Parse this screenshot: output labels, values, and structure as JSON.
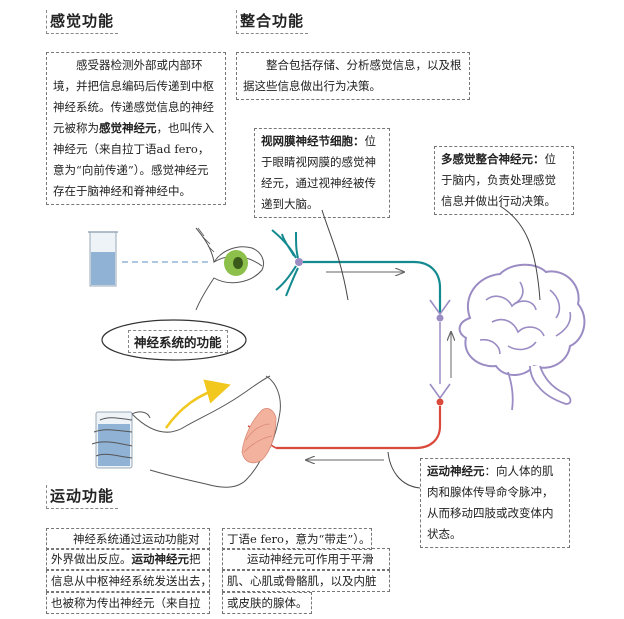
{
  "sensory": {
    "heading": "感觉功能",
    "text_1": "感受器检测外部或内部环境，并把信息编码后传递到中枢神经系统。传递感觉信息的神经元被称为",
    "term": "感觉神经元",
    "text_2": "，也叫传入神经元（来自拉丁语ad fero，意为“向前传递”）。感觉神经元存在于脑神经和脊神经中。"
  },
  "integration": {
    "heading": "整合功能",
    "text": "整合包括存储、分析感觉信息，以及根据这些信息做出行为决策。"
  },
  "retina": {
    "title": "视网膜神经节细胞：",
    "text": "位于眼睛视网膜的感觉神经元，通过视神经被传递到大脑。"
  },
  "multisensory": {
    "title": "多感觉整合神经元：",
    "text": "位于脑内，负责处理感觉信息并做出行动决策。"
  },
  "center_label": "神经系统的功能",
  "motor_neuron": {
    "title": "运动神经元",
    "text": "：向人体的肌肉和腺体传导命令脉冲，从而移动四肢或改变体内状态。"
  },
  "motor": {
    "heading": "运动功能",
    "p1_a": "神经系统通过运动功能对",
    "p1_b": "外界做出反应。",
    "p1_term": "运动神经元",
    "p1_c": "把",
    "p1_d": "信息从中枢神经系统发送出去，",
    "p1_e": "也被称为传出神经元（来自拉",
    "p2_a": "丁语e fero，意为“带走”）。",
    "p2_b": "运动神经元可作用于平滑",
    "p2_c": "肌、心肌或骨骼肌，以及内脏",
    "p2_d": "或皮肤的腺体。"
  },
  "colors": {
    "sensory_path": "#138a8f",
    "motor_path": "#d94a3d",
    "neuron": "#9b8cc4",
    "brain": "#9b8cc4",
    "eye_iris": "#8cc04a",
    "arrow_yellow": "#f2c81e",
    "water": "#7fa6cf"
  }
}
